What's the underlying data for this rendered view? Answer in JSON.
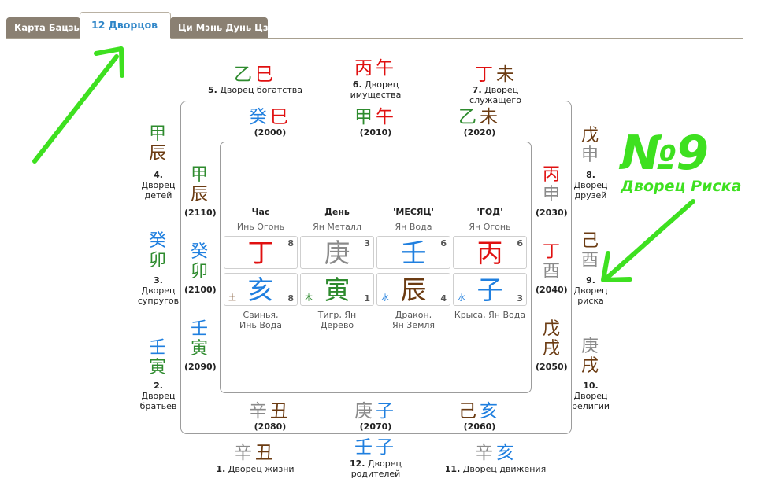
{
  "tabs": [
    {
      "label": "Карта Бацзы"
    },
    {
      "label": "12 Дворцов"
    },
    {
      "label": "Ци Мэнь Дунь Цзя"
    }
  ],
  "colors": {
    "wood": "#2e8b2e",
    "fire": "#e01010",
    "earth": "#6b3b12",
    "water": "#1f7fdf",
    "metal": "#8a8a8a",
    "annotation": "#3ee020"
  },
  "outer_palaces": {
    "p5": {
      "stem": "乙",
      "branch": "巳",
      "label_num": "5.",
      "label": "Дворец богатства"
    },
    "p6": {
      "stem": "丙",
      "branch": "午",
      "label_num": "6.",
      "label": "Дворец",
      "label2": "имущества"
    },
    "p7": {
      "stem": "丁",
      "branch": "未",
      "label_num": "7.",
      "label": "Дворец служащего"
    },
    "p4": {
      "stem": "甲",
      "branch": "辰",
      "label_num": "4.",
      "label": "Дворец",
      "label2": "детей"
    },
    "p8": {
      "stem": "戊",
      "branch": "申",
      "label_num": "8.",
      "label": "Дворец",
      "label2": "друзей"
    },
    "p3": {
      "stem": "癸",
      "branch": "卯",
      "label_num": "3.",
      "label": "Дворец",
      "label2": "супругов"
    },
    "p9": {
      "stem": "己",
      "branch": "酉",
      "label_num": "9.",
      "label": "Дворец",
      "label2": "риска"
    },
    "p2": {
      "stem": "壬",
      "branch": "寅",
      "label_num": "2.",
      "label": "Дворец",
      "label2": "братьев"
    },
    "p10": {
      "stem": "庚",
      "branch": "戌",
      "label_num": "10.",
      "label": "Дворец",
      "label2": "религии"
    },
    "p1": {
      "stem": "辛",
      "branch": "丑",
      "label_num": "1.",
      "label": "Дворец жизни"
    },
    "p12": {
      "stem": "壬",
      "branch": "子",
      "label_num": "12.",
      "label": "Дворец",
      "label2": "родителей"
    },
    "p11": {
      "stem": "辛",
      "branch": "亥",
      "label_num": "11.",
      "label": "Дворец движения"
    }
  },
  "luck_pillars": {
    "y2000": {
      "stem": "癸",
      "branch": "巳",
      "year": "(2000)"
    },
    "y2010": {
      "stem": "甲",
      "branch": "午",
      "year": "(2010)"
    },
    "y2020": {
      "stem": "乙",
      "branch": "未",
      "year": "(2020)"
    },
    "y2110": {
      "stem": "甲",
      "branch": "辰",
      "year": "(2110)"
    },
    "y2030": {
      "stem": "丙",
      "branch": "申",
      "year": "(2030)"
    },
    "y2100": {
      "stem": "癸",
      "branch": "卯",
      "year": "(2100)"
    },
    "y2040": {
      "stem": "丁",
      "branch": "酉",
      "year": "(2040)"
    },
    "y2090": {
      "stem": "壬",
      "branch": "寅",
      "year": "(2090)"
    },
    "y2050": {
      "stem": "戊",
      "branch": "戌",
      "year": "(2050)"
    },
    "y2080": {
      "stem": "辛",
      "branch": "丑",
      "year": "(2080)"
    },
    "y2070": {
      "stem": "庚",
      "branch": "子",
      "year": "(2070)"
    },
    "y2060": {
      "stem": "己",
      "branch": "亥",
      "year": "(2060)"
    }
  },
  "pillars": [
    {
      "header": "Час",
      "stem_desc": "Инь Огонь",
      "stem": "丁",
      "stem_num": "8",
      "branch": "亥",
      "branch_num": "8",
      "branch_el": "土",
      "desc1": "Свинья,",
      "desc2": "Инь Вода"
    },
    {
      "header": "День",
      "stem_desc": "Ян Металл",
      "stem": "庚",
      "stem_num": "3",
      "branch": "寅",
      "branch_num": "1",
      "branch_el": "木",
      "desc1": "Тигр, Ян Дерево",
      "desc2": ""
    },
    {
      "header": "'МЕСЯЦ'",
      "stem_desc": "Ян Вода",
      "stem": "壬",
      "stem_num": "6",
      "branch": "辰",
      "branch_num": "4",
      "branch_el": "水",
      "desc1": "Дракон,",
      "desc2": "Ян Земля"
    },
    {
      "header": "'ГОД'",
      "stem_desc": "Ян Огонь",
      "stem": "丙",
      "stem_num": "6",
      "branch": "子",
      "branch_num": "3",
      "branch_el": "水",
      "desc1": "Крыса, Ян Вода",
      "desc2": ""
    }
  ],
  "annotation": {
    "number": "№9",
    "text": "Дворец Риска"
  }
}
